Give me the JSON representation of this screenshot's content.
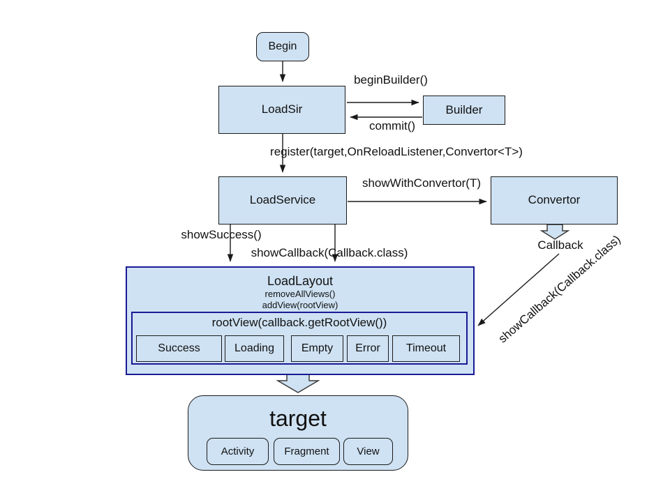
{
  "diagram": {
    "nodes": {
      "begin": {
        "label": "Begin"
      },
      "loadsir": {
        "label": "LoadSir"
      },
      "builder": {
        "label": "Builder"
      },
      "loadservice": {
        "label": "LoadService"
      },
      "convertor": {
        "label": "Convertor"
      },
      "loadlayout": {
        "title": "LoadLayout",
        "method1": "removeAllViews()",
        "method2": "addView(rootView)",
        "rootview_title": "rootView(callback.getRootView())",
        "callbacks": [
          "Success",
          "Loading",
          "Empty",
          "Error",
          "Timeout"
        ]
      },
      "target": {
        "title": "target",
        "items": [
          "Activity",
          "Fragment",
          "View"
        ]
      }
    },
    "labels": {
      "begin_builder": "beginBuilder()",
      "commit": "commit()",
      "register": "register(target,OnReloadListener,Convertor<T>)",
      "show_with_convertor": "showWithConvertor(T)",
      "show_success": "showSuccess()",
      "show_callback": "showCallback(Callback.class)",
      "callback": "Callback",
      "show_callback_diagonal": "showCallback(Callback.class)"
    },
    "colors": {
      "node_fill": "#cfe2f3",
      "node_border": "#1a1a1a",
      "layout_border": "#1a1a94",
      "arrow": "#1a1a1a",
      "text": "#111111"
    }
  }
}
